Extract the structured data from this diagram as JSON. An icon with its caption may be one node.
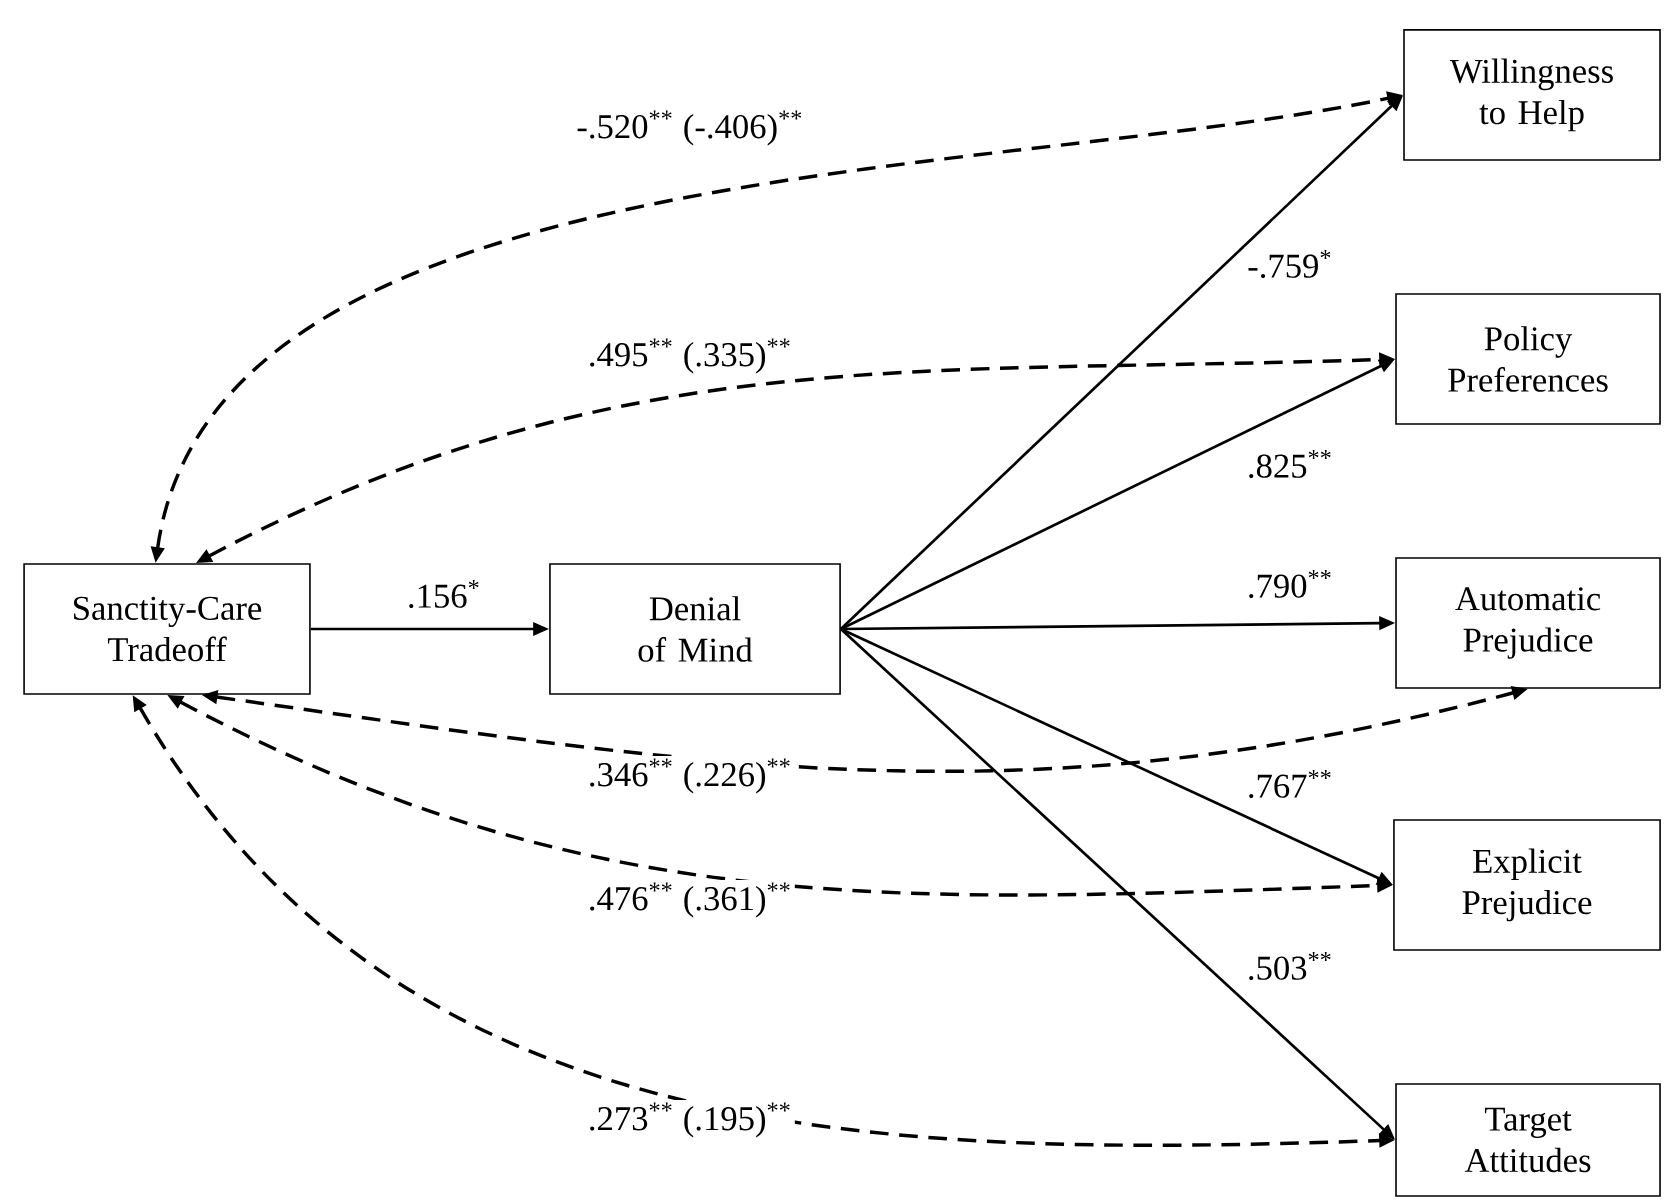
{
  "diagram": {
    "nodes": [
      {
        "text": [
          "Sanctity-Care Tradeoff"
        ]
      },
      {
        "text": [
          "Denial of Mind"
        ]
      },
      {
        "text": [
          "Willingness to Help"
        ]
      },
      {
        "text": [
          "Policy Preferences"
        ]
      },
      {
        "text": [
          "Automatic Prejudice"
        ]
      },
      {
        "text": [
          "Explicit Prejudice"
        ]
      },
      {
        "text": [
          "Target Attitudes"
        ]
      }
    ],
    "edges": [
      {
        "from": 0,
        "to": 1,
        "arrow": "to",
        "label": ".156$^{*}$"
      },
      {
        "from": 1,
        "to": 2,
        "arrow": "to",
        "label": "-.759$^{*}$"
      },
      {
        "from": 1,
        "to": 3,
        "arrow": "to",
        "label": ".825$^{**}$"
      },
      {
        "from": 1,
        "to": 4,
        "arrow": "to",
        "label": ".790$^{**}$"
      },
      {
        "from": 1,
        "to": 5,
        "arrow": "to",
        "label": ".767$^{**}$"
      },
      {
        "from": 1,
        "to": 6,
        "arrow": "to",
        "label": ".503$^{**}$"
      },
      {
        "from": 0,
        "to": 2,
        "arrow": "both",
        "style": "dashed",
        "label": "-.520$^{**}$ (-.406)$^{**}$"
      },
      {
        "from": 0,
        "to": 3,
        "arrow": "both",
        "style": "dashed",
        "label": ".495$^{**}$ (.335)$^{**}$"
      },
      {
        "from": 0,
        "to": 4,
        "arrow": "both",
        "style": "dashed",
        "label": ".346$^{**}$ (.226)$^{**}$"
      },
      {
        "from": 0,
        "to": 5,
        "arrow": "both",
        "style": "dashed",
        "label": ".476$^{**}$ (.361)$^{**}$"
      },
      {
        "from": 0,
        "to": 6,
        "arrow": "both",
        "style": "dashed",
        "label": ".273$^{**}$ (.195)$^{**}$"
      }
    ]
  }
}
